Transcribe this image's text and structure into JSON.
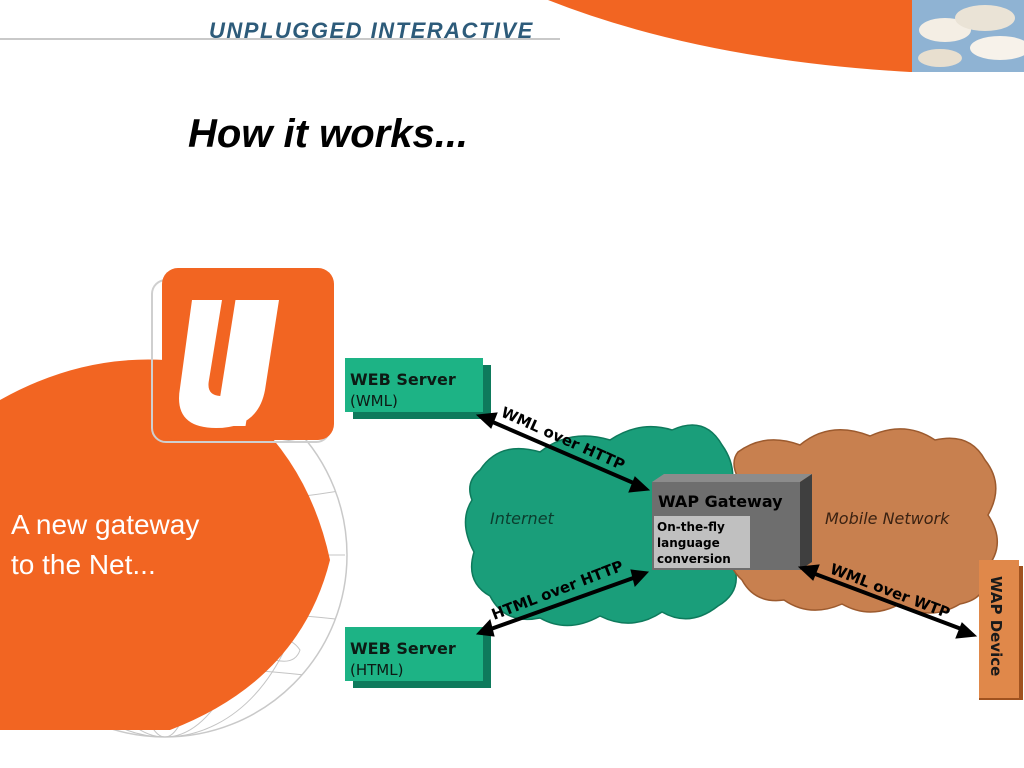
{
  "header": {
    "brand": "UNPLUGGED INTERACTIVE"
  },
  "slide": {
    "title": "How it works...",
    "caption_line1": "A new gateway",
    "caption_line2": "to the Net..."
  },
  "diagram": {
    "web_server_top": {
      "title": "WEB Server",
      "subtitle": "(WML)"
    },
    "web_server_bottom": {
      "title": "WEB Server",
      "subtitle": "(HTML)"
    },
    "gateway": {
      "title": "WAP Gateway",
      "line1": "On-the-fly",
      "line2": "language",
      "line3": "conversion"
    },
    "internet_label": "Internet",
    "mobile_label": "Mobile Network",
    "device_label": "WAP Device",
    "link_top": "WML over HTTP",
    "link_bottom": "HTML over HTTP",
    "link_mobile": "WML over WTP"
  },
  "colors": {
    "orange": "#f26522",
    "teal": "#1a9e7a",
    "brown": "#c8804f",
    "gray": "#6e6e6e"
  }
}
